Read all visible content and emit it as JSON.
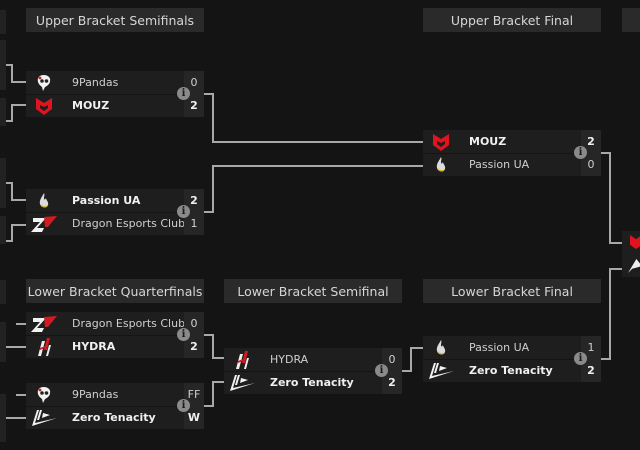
{
  "headers": {
    "ub_semis": "Upper Bracket Semifinals",
    "ub_final": "Upper Bracket Final",
    "lb_quarters": "Lower Bracket Quarterfinals",
    "lb_semi": "Lower Bracket Semifinal",
    "lb_final": "Lower Bracket Final"
  },
  "matches": {
    "ubs1": {
      "t1": {
        "name": "9Pandas",
        "score": "0",
        "logo": "pandas-logo"
      },
      "t2": {
        "name": "MOUZ",
        "score": "2",
        "logo": "mouz-logo"
      },
      "winner": 2
    },
    "ubs2": {
      "t1": {
        "name": "Passion UA",
        "score": "2",
        "logo": "passion-logo"
      },
      "t2": {
        "name": "Dragon Esports Club",
        "score": "1",
        "logo": "dragon-logo"
      },
      "winner": 1
    },
    "ubf": {
      "t1": {
        "name": "MOUZ",
        "score": "2",
        "logo": "mouz-logo"
      },
      "t2": {
        "name": "Passion UA",
        "score": "0",
        "logo": "passion-logo"
      },
      "winner": 1
    },
    "lbq1": {
      "t1": {
        "name": "Dragon Esports Club",
        "score": "0",
        "logo": "dragon-logo"
      },
      "t2": {
        "name": "HYDRA",
        "score": "2",
        "logo": "hydra-logo"
      },
      "winner": 2
    },
    "lbq2": {
      "t1": {
        "name": "9Pandas",
        "score": "FF",
        "logo": "pandas-logo"
      },
      "t2": {
        "name": "Zero Tenacity",
        "score": "W",
        "logo": "zero-logo"
      },
      "winner": 2
    },
    "lbs": {
      "t1": {
        "name": "HYDRA",
        "score": "0",
        "logo": "hydra-logo"
      },
      "t2": {
        "name": "Zero Tenacity",
        "score": "2",
        "logo": "zero-logo"
      },
      "winner": 2
    },
    "lbf": {
      "t1": {
        "name": "Passion UA",
        "score": "1",
        "logo": "passion-logo"
      },
      "t2": {
        "name": "Zero Tenacity",
        "score": "2",
        "logo": "zero-logo"
      },
      "winner": 2
    }
  },
  "info_glyph": "i",
  "colors": {
    "mouz": "#e0141e",
    "dragon": "#d01b22",
    "background": "#141414",
    "line": "#a8a8a8"
  }
}
